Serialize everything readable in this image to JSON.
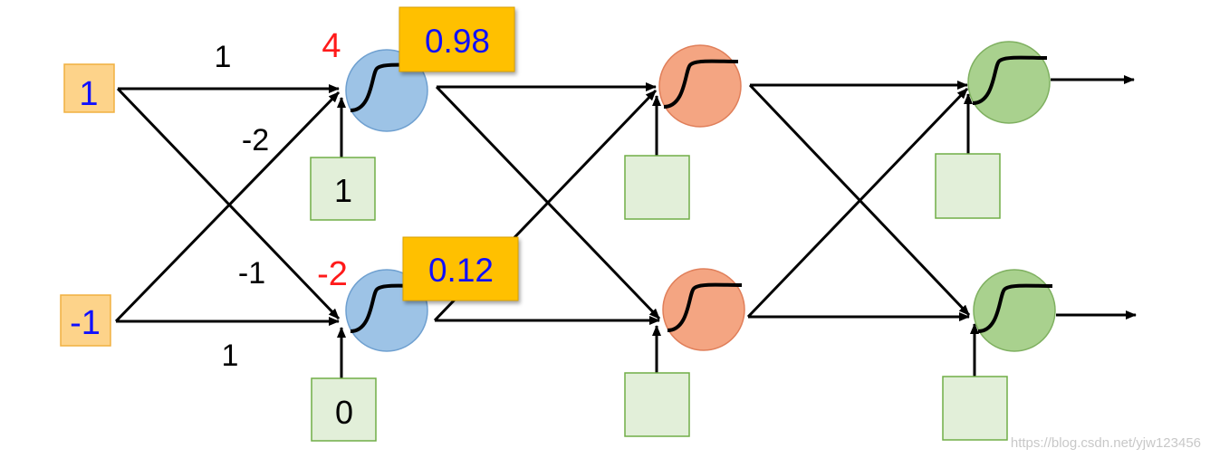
{
  "inputs": {
    "x1": "1",
    "x2": "-1"
  },
  "weights": {
    "w11": "1",
    "w21": "-2",
    "w12": "-1",
    "w22": "1"
  },
  "biases": {
    "b1": "1",
    "b2": "0"
  },
  "pre_activations": {
    "z1": "4",
    "z2": "-2"
  },
  "outputs": {
    "a1": "0.98",
    "a2": "0.12"
  },
  "colors": {
    "input_value_text": "#1010ff",
    "pre_activation_text": "#ff1a1a",
    "output_value_text": "#1010ff",
    "input_box_fill": "#fdd38a",
    "bias_box_fill": "#e2efd9",
    "output_box_fill": "#ffc000",
    "layer1_neuron": "#9dc3e6",
    "layer2_neuron": "#f4a582",
    "layer3_neuron": "#a9d18e"
  },
  "icons": {
    "activation": "sigmoid-curve-icon"
  },
  "watermark": "https://blog.csdn.net/yjw123456"
}
